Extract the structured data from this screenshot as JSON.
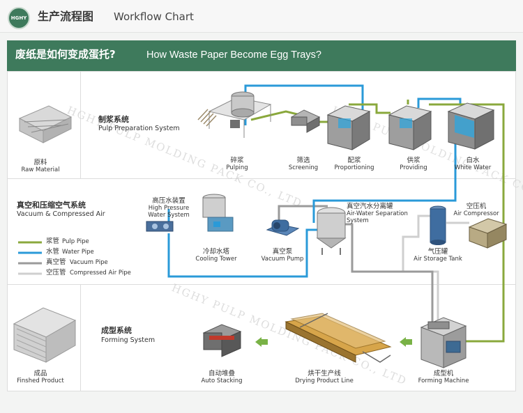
{
  "header": {
    "logo_text": "HGHY",
    "title_cn": "生产流程图",
    "title_en": "Workflow Chart"
  },
  "banner": {
    "title_cn": "废纸是如何变成蛋托?",
    "title_en": "How Waste Paper Become Egg Trays?"
  },
  "watermark": {
    "text": "HGHY PULP MOLDING PACK CO., LTD"
  },
  "colors": {
    "brand_green": "#3e7a5c",
    "pulp_pipe": "#8aa83c",
    "water_pipe": "#2a9ad8",
    "vacuum_pipe": "#9a9a9a",
    "air_pipe": "#cfcfcf",
    "arrow_green": "#79b246"
  },
  "sections": {
    "pulp": {
      "title_cn": "制浆系统",
      "title_en": "Pulp Preparation System"
    },
    "vacuum": {
      "title_cn": "真空和压缩空气系统",
      "title_en": "Vacuum & Compressed Air"
    },
    "forming": {
      "title_cn": "成型系统",
      "title_en": "Forming System"
    }
  },
  "legend": [
    {
      "cn": "浆管",
      "en": "Pulp Pipe",
      "color": "#8aa83c"
    },
    {
      "cn": "水管",
      "en": "Water Pipe",
      "color": "#2a9ad8"
    },
    {
      "cn": "真空管",
      "en": "Vacuum Pipe",
      "color": "#9a9a9a"
    },
    {
      "cn": "空压管",
      "en": "Compressed Air Pipe",
      "color": "#cfcfcf"
    }
  ],
  "nodes": {
    "raw_material": {
      "cn": "原料",
      "en": "Raw Material"
    },
    "pulping": {
      "cn": "碎浆",
      "en": "Pulping"
    },
    "screening": {
      "cn": "筛选",
      "en": "Screening"
    },
    "proportioning": {
      "cn": "配浆",
      "en": "Proportioning"
    },
    "providing": {
      "cn": "供浆",
      "en": "Providing"
    },
    "white_water": {
      "cn": "白水",
      "en": "White Water"
    },
    "hp_water": {
      "cn": "高压水装置",
      "en1": "High Pressure",
      "en2": "Water System"
    },
    "cooling_tower": {
      "cn": "冷却水塔",
      "en": "Cooling Tower"
    },
    "vacuum_pump": {
      "cn": "真空泵",
      "en": "Vacuum Pump"
    },
    "separation_tank": {
      "cn": "真空汽水分离罐",
      "en1": "Air-Water Separation",
      "en2": "System"
    },
    "air_compressor": {
      "cn": "空压机",
      "en": "Air Compressor"
    },
    "air_storage": {
      "cn": "气压罐",
      "en": "Air Storage Tank"
    },
    "finished": {
      "cn": "成品",
      "en": "Finshed Product"
    },
    "stacking": {
      "cn": "自动堆叠",
      "en": "Auto Stacking"
    },
    "drying": {
      "cn": "烘干生产线",
      "en": "Drying Product Line"
    },
    "forming_machine": {
      "cn": "成型机",
      "en": "Forming Machine"
    }
  }
}
